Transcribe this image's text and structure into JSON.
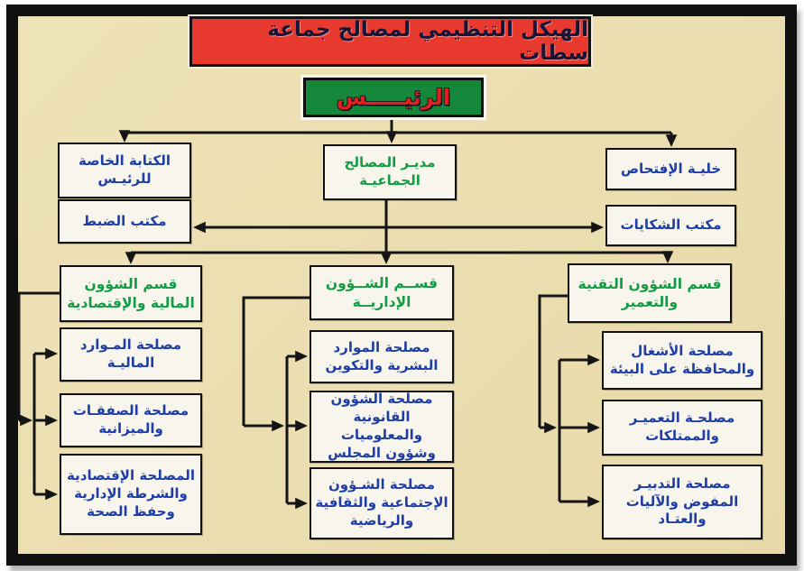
{
  "title": {
    "text": "الهيكل التنظيمي لمصالح جماعة سطات"
  },
  "president": {
    "text": "الرئيـــــس"
  },
  "nodes": {
    "secretary": {
      "label": "الكتابة الخاصة\nللرئيـس"
    },
    "director": {
      "label": "مديـر المصالح\nالجماعيـة"
    },
    "audit": {
      "label": "خليـة الإفتحاص"
    },
    "records": {
      "label": "مكتب الضبط"
    },
    "complaints": {
      "label": "مكتب الشكايات"
    },
    "div_finance": {
      "label": "قسم الشؤون\nالمالية والإقتصادية"
    },
    "div_admin": {
      "label": "قســم الشــؤون\nالإداريــة"
    },
    "div_tech": {
      "label": "قسم الشؤون التقنية\nوالتعمير"
    }
  },
  "services": {
    "finance": [
      "مصلحة المـوارد\nالماليـة",
      "مصلحة الصفقـات\nوالميزانية",
      "المصلحة الإقتصادية\nوالشرطة الإدارية\nوحفظ الصحة"
    ],
    "admin": [
      "مصلحة الموارد\nالبشرية والتكوين",
      "مصلحة الشؤون\nالقانونية والمعلوميات\nوشؤون المجلس",
      "مصلحة الشـؤون\nالإجتماعية والثقافية\nوالرياضية"
    ],
    "tech": [
      "مصلحة الأشغال\nوالمحافظة على البيئة",
      "مصلحـة التعميـر\nوالممتلكات",
      "مصلحة التدبيـر\nالمفوض والآليات\nوالعتـاد"
    ]
  },
  "colors": {
    "page-bg": "#ffffff",
    "frame-border": "#101010",
    "canvas-bg": "#ecdfb2",
    "title-bg": "#e8392e",
    "title-text": "#15153a",
    "president-bg": "#15873b",
    "president-text": "#e51e1e",
    "box-bg": "#f8f5ec",
    "box-border": "#101010",
    "blue-text": "#1e3ea6",
    "green-text": "#139c43",
    "line": "#151515"
  }
}
